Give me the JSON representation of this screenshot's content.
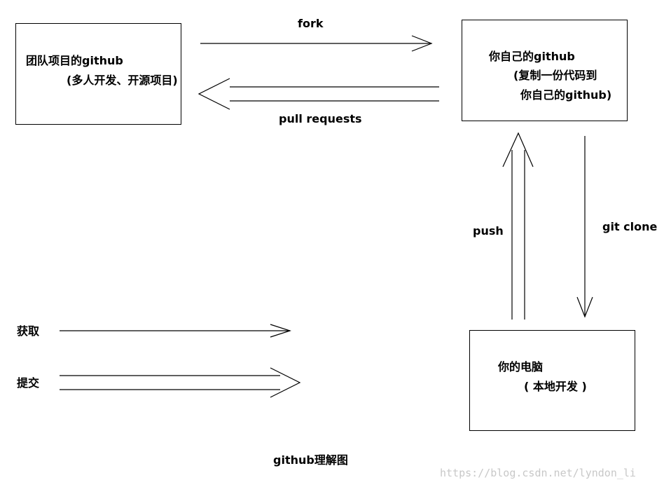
{
  "boxes": {
    "team_repo": {
      "line1": "团队项目的github",
      "line2": "(多人开发、开源项目)"
    },
    "own_repo": {
      "line1": "你自己的github",
      "line2": "(复制一份代码到",
      "line3": "你自己的github)"
    },
    "local_pc": {
      "line1": "你的电脑",
      "line2": "( 本地开发 )"
    }
  },
  "arrows": {
    "fork": "fork",
    "pull_requests": "pull requests",
    "push": "push",
    "git_clone": "git clone"
  },
  "legend": {
    "fetch": "获取",
    "submit": "提交"
  },
  "caption": "github理解图",
  "watermark": "https://blog.csdn.net/lyndon_li"
}
